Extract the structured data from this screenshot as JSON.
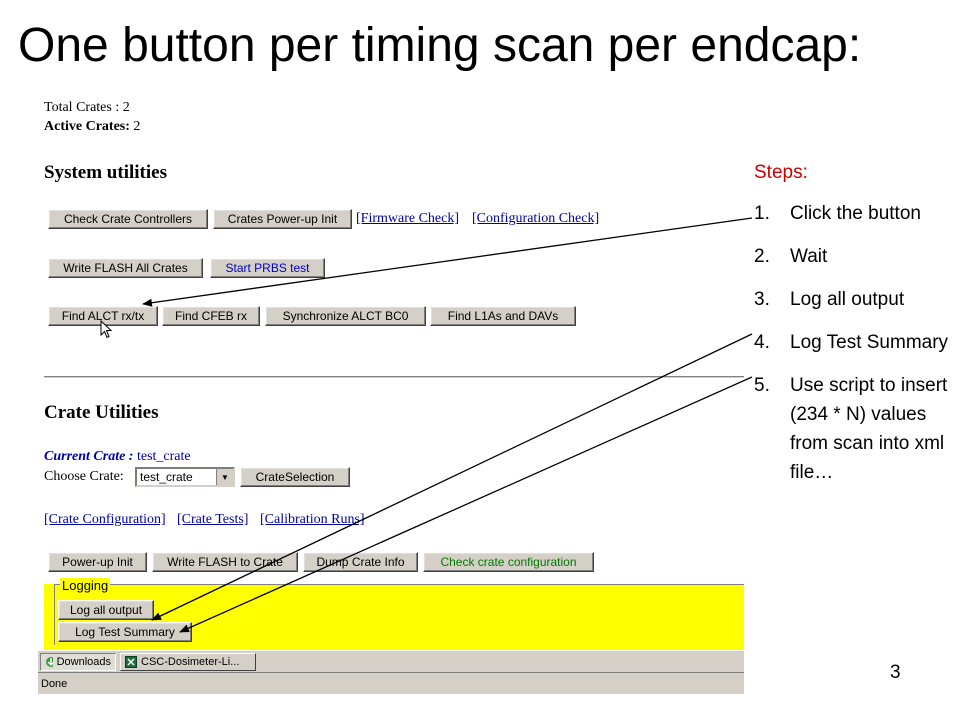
{
  "slide": {
    "title": "One button per timing scan per endcap:",
    "page_number": "3"
  },
  "crates": {
    "total_label": "Total Crates : 2",
    "active_label": "Active Crates:",
    "active_value": "2"
  },
  "system_utilities": {
    "heading": "System utilities",
    "row1": [
      "Check Crate Controllers",
      "Crates Power-up Init"
    ],
    "row1_links": [
      "[Firmware Check]",
      "[Configuration Check]"
    ],
    "row2": [
      "Write FLASH All Crates",
      "Start PRBS test"
    ],
    "row3": [
      "Find ALCT rx/tx",
      "Find CFEB rx",
      "Synchronize ALCT BC0",
      "Find L1As and DAVs"
    ]
  },
  "crate_utilities": {
    "heading": "Crate Utilities",
    "current_label": "Current Crate :",
    "current_value": "test_crate",
    "choose_label": "Choose Crate:",
    "choose_value": "test_crate",
    "selection_button": "CrateSelection",
    "links": [
      "[Crate Configuration]",
      "[Crate Tests]",
      "[Calibration Runs]"
    ],
    "buttons": [
      "Power-up Init",
      "Write FLASH to Crate",
      "Dump Crate Info",
      "Check crate configuration"
    ]
  },
  "logging": {
    "legend": "Logging",
    "buttons": [
      "Log all output",
      "Log Test Summary"
    ]
  },
  "taskbar": {
    "items": [
      "Downloads",
      "CSC-Dosimeter-Li..."
    ]
  },
  "status": {
    "text": "Done"
  },
  "steps": {
    "heading": "Steps:",
    "items": [
      {
        "num": "1.",
        "text": "Click the button"
      },
      {
        "num": "2.",
        "text": "Wait"
      },
      {
        "num": "3.",
        "text": "Log all output"
      },
      {
        "num": "4.",
        "text": "Log Test Summary"
      },
      {
        "num": "5.",
        "text": "Use script to insert (234 * N) values from scan into xml file…"
      }
    ]
  },
  "colors": {
    "steps_heading": "#cc0000",
    "logging_background": "#ffff00",
    "link": "#00009c",
    "start_prbs": "#0000cc",
    "check_config": "#007a00"
  }
}
